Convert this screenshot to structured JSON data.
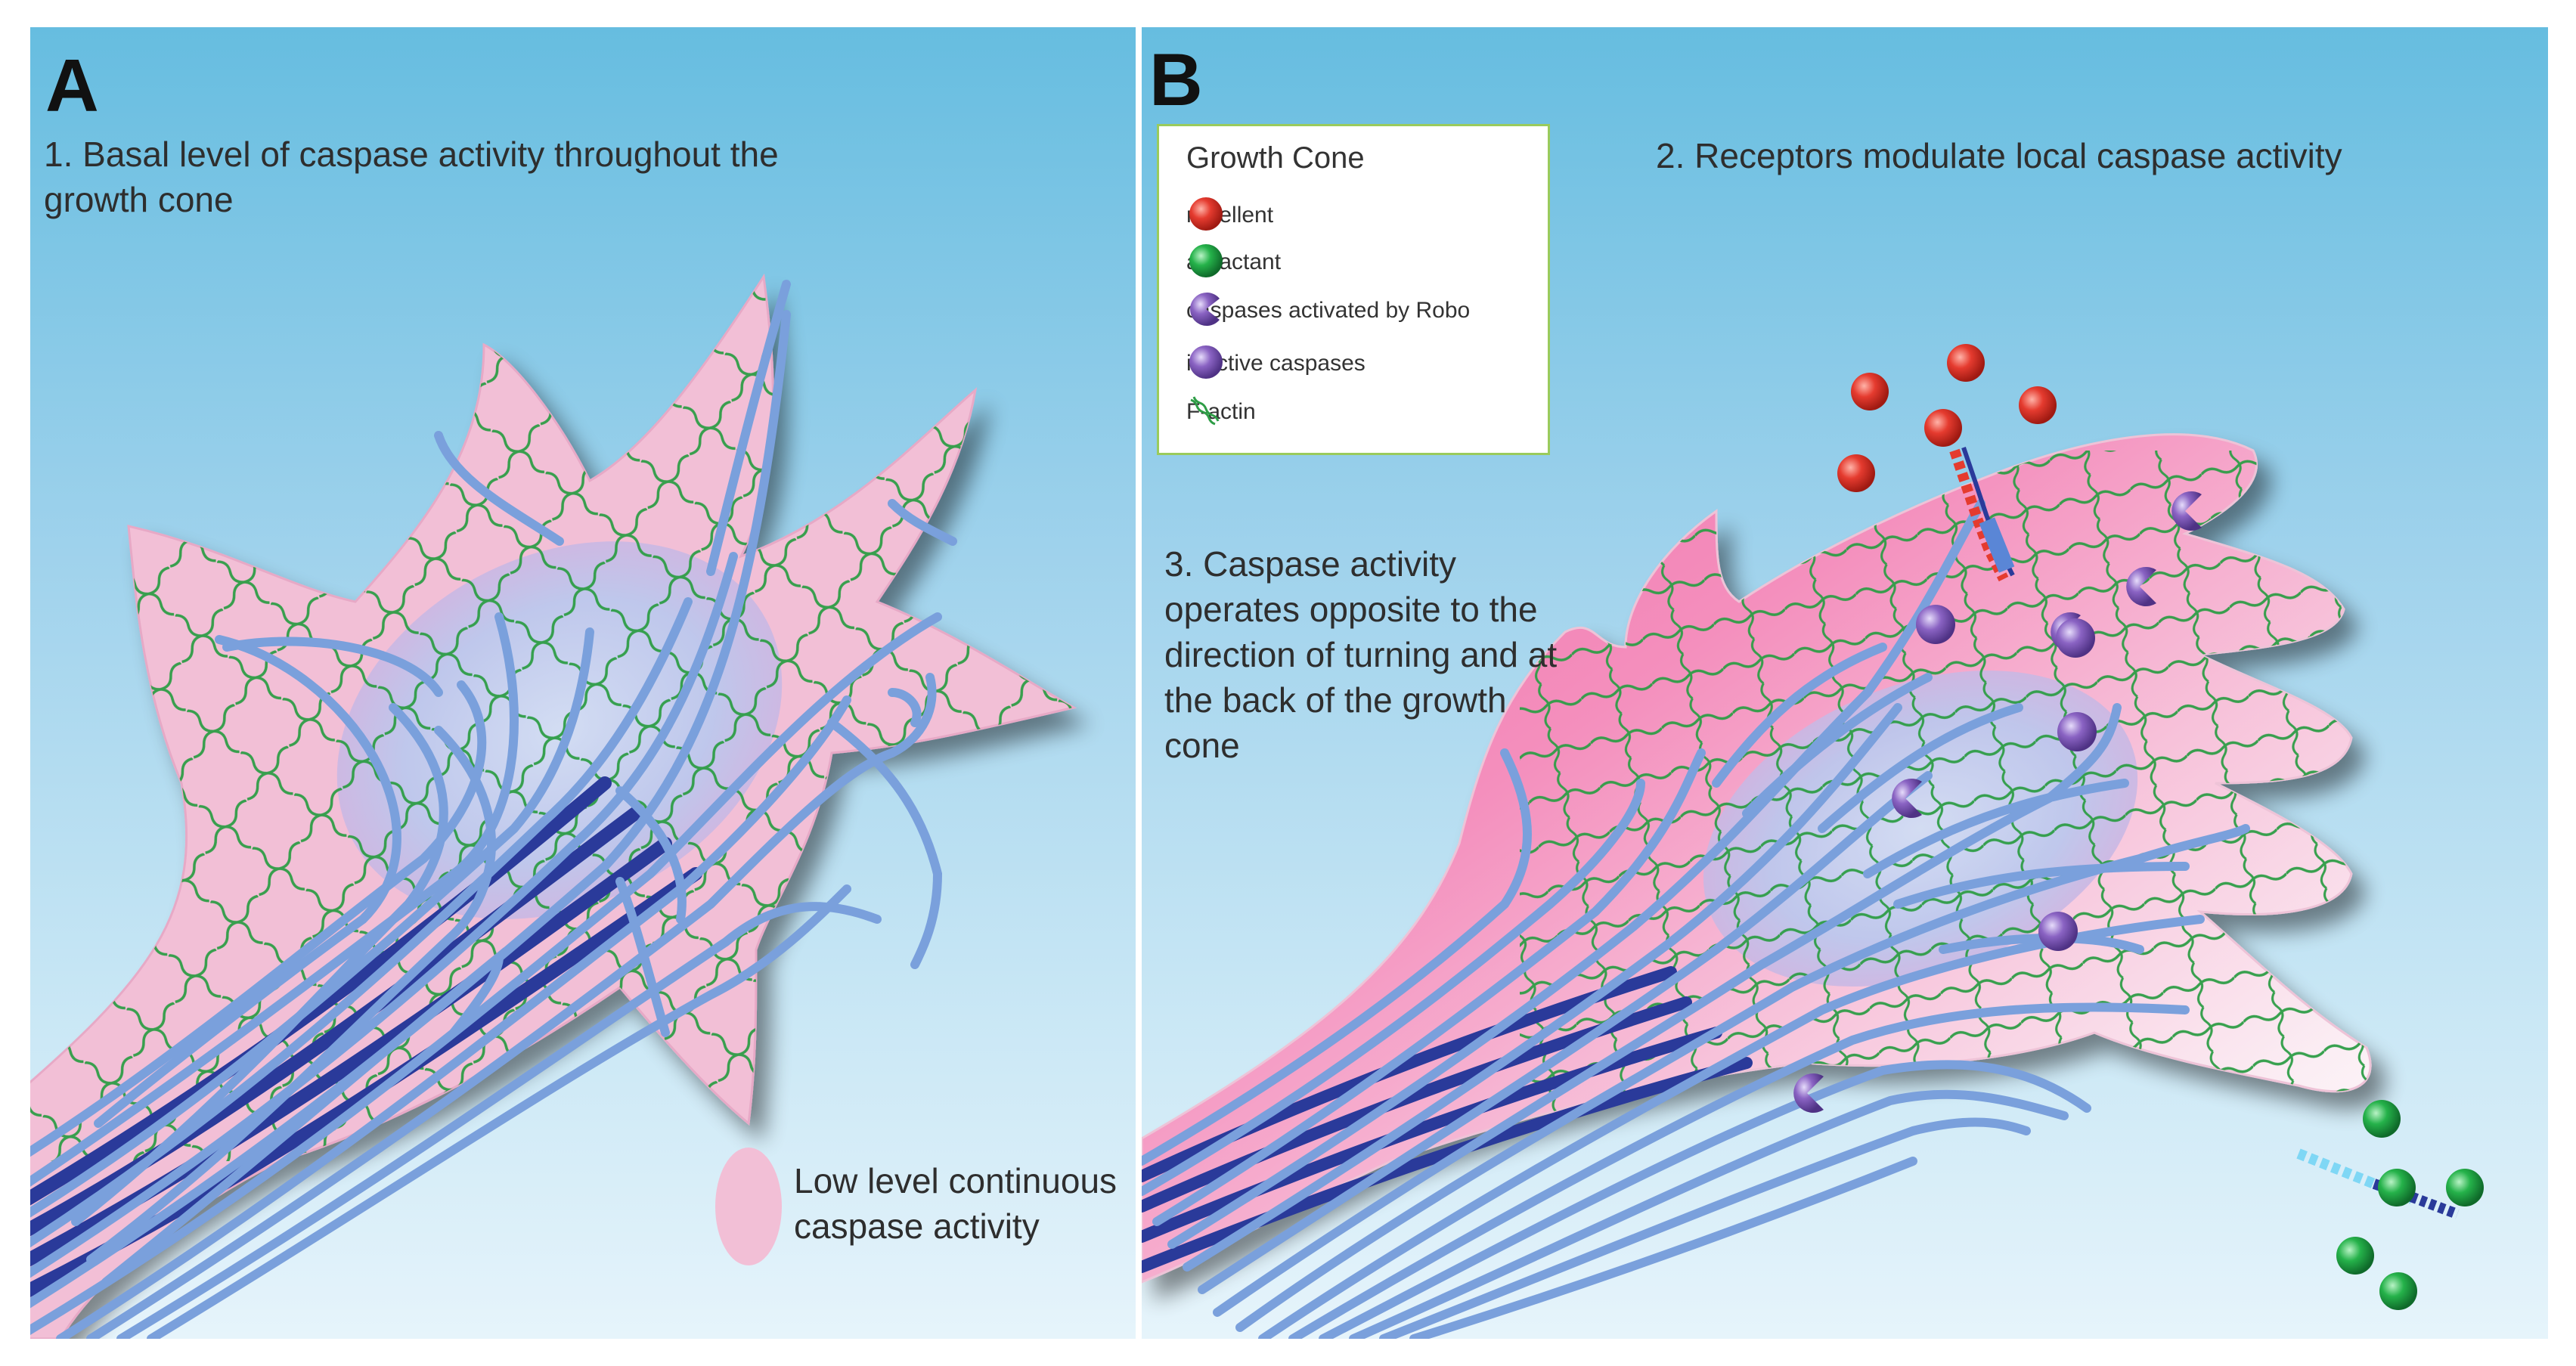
{
  "panel_a": {
    "letter": "A",
    "caption": "1. Basal level of caspase activity throughout the growth cone",
    "note": "Low level continuous caspase activity"
  },
  "panel_b": {
    "letter": "B",
    "caption_top": "2. Receptors modulate local caspase activity",
    "caption_middle": "3. Caspase activity operates opposite to the direction of turning and at the back of the growth cone"
  },
  "legend": {
    "title": "Growth Cone",
    "items": [
      {
        "label": "repellent",
        "icon": "red-sphere-icon"
      },
      {
        "label": "attractant",
        "icon": "green-sphere-icon"
      },
      {
        "label": "caspases activated by Robo",
        "icon": "pacman-caspase-icon"
      },
      {
        "label": "inactive caspases",
        "icon": "purple-sphere-icon"
      },
      {
        "label": "F-actin",
        "icon": "actin-filament-icon"
      }
    ]
  },
  "colors": {
    "background_top": "#66bde0",
    "background_bottom": "#e6f4fb",
    "growth_cone_pink": "#f2bfd6",
    "growth_cone_hot_pink": "#ee6fa8",
    "microtubule": "#7aa0dc",
    "microtubule_dark": "#2a3a9a",
    "f_actin": "#2e9d46",
    "repellent": "#e53b2f",
    "attractant": "#25b24a",
    "caspase": "#8a63c3",
    "legend_border": "#9acb5c"
  }
}
